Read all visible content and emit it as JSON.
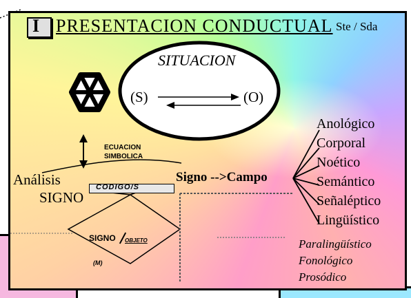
{
  "header": {
    "number": "I",
    "title": "PRESENTACION CONDUCTUAL",
    "side_label": "Ste / Sda"
  },
  "situation": {
    "title": "SITUACION",
    "left": "(S)",
    "right": "(O)"
  },
  "ecuacion": {
    "line1": "ECUACION",
    "line2": "SIMBOLICA"
  },
  "analysis": {
    "line1": "Análisis",
    "line2": "SIGNO"
  },
  "codigo": "CODIGO/S",
  "signo_objeto": {
    "signo": "SIGNO",
    "objeto": "OBJETO",
    "m": "(M)"
  },
  "signo_campo": "Signo -->Campo",
  "campos": [
    "Anológico",
    "Corporal",
    "Noético",
    "Semántico",
    "Señaléptico",
    "Lingüístico"
  ],
  "sub_campos": [
    "Paralingüístico",
    "Fonológico",
    "Prosódico"
  ]
}
